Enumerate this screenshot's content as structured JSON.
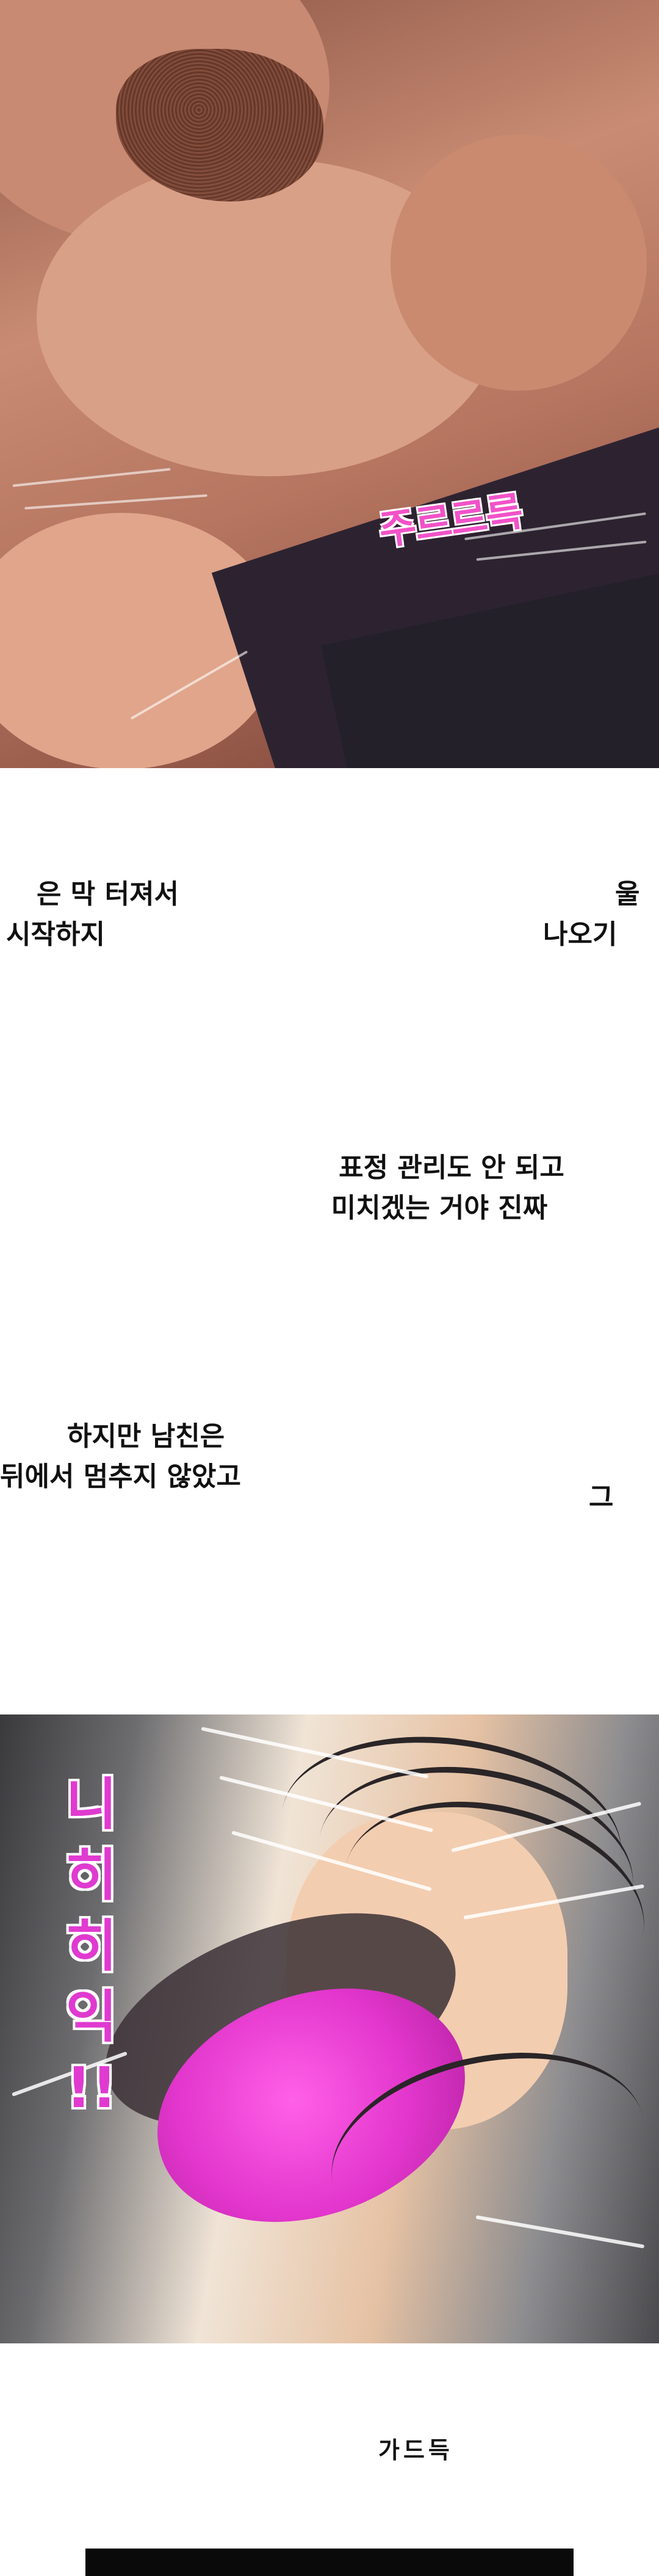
{
  "panel_top": {
    "sound_effect": "주르르륵",
    "watermark": "",
    "colors": {
      "sfx": "#f252c9"
    }
  },
  "captions": [
    {
      "lines": [
        "은 막 터져서",
        "시작하지"
      ]
    },
    {
      "lines": [
        "울",
        "나오기"
      ]
    },
    {
      "lines": [
        "표정 관리도 안 되고",
        "미치겠는 거야 진짜"
      ]
    },
    {
      "lines": [
        "하지만 남친은",
        "뒤에서 멈추지 않았고"
      ]
    },
    {
      "lines": [
        "그"
      ]
    }
  ],
  "panel_bottom": {
    "sound_effect": "니\n히\n히\n익\n!!",
    "colors": {
      "sfx": "#e03ad0",
      "pink_fill": "#e236cc"
    }
  },
  "footer": {
    "sound_effect": "가드득"
  }
}
